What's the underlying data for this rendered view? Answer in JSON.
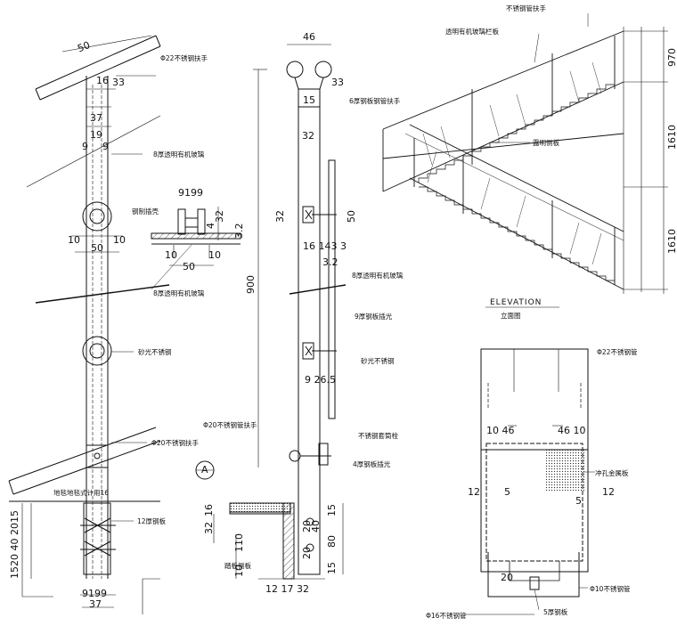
{
  "left_detail": {
    "top_dim": "50",
    "rail_note": "Φ22不锈钢扶手",
    "dim_33": "33",
    "dim_16": "16",
    "dim_37": "37",
    "dim_19": "19",
    "dim_9a": "9",
    "dim_9b": "9",
    "glass_note": "8厚透明有机玻璃",
    "dim_10a": "10",
    "dim_10b": "10",
    "dim_50": "50",
    "light_note": "钢制插壳",
    "steel_note": "砂光不锈钢",
    "rail_note2": "Φ20不锈钢扶手",
    "bottom_note": "地毯地毯式计用16",
    "plate_note": "12厚钢板",
    "vert_dims": "1520 40 2015",
    "bottom_dims_a": "9199",
    "bottom_dims_b": "37"
  },
  "center_section": {
    "top_dims": "9199",
    "d_4": "4",
    "d_32": "32",
    "d_3_2": "3.2",
    "d_10a": "10",
    "d_10b": "10",
    "d_50": "50",
    "glass_note": "8厚透明有机玻璃"
  },
  "mid_detail": {
    "dim_46": "46",
    "dim_33": "33",
    "tube_note": "6厚钢板钢管扶手",
    "dim_15": "15",
    "dim_32": "32",
    "dim_900": "900",
    "dim_32b": "32",
    "dim_50": "50",
    "dim_small": "16 143 3",
    "dim_3_2": "3.2",
    "glass_note": "8厚透明有机玻璃",
    "plate_note": "9厚钢板插光",
    "steel_note": "砂光不锈钢",
    "small_dims": "9 26.5",
    "rail_note": "Φ20不锈钢管扶手",
    "bolt_note": "不锈钢套筒栓",
    "plate_note2": "4厚钢板插光",
    "circle_label": "A",
    "d_16": "16",
    "d_32": "32",
    "d_110": "110",
    "d_10": "10",
    "stair_note": "踏板侧板",
    "d_15a": "15",
    "d_20": "20",
    "d_40": "40",
    "d_80": "80",
    "d_20b": "20",
    "d_15b": "15",
    "bottom_dims": "12 17 32"
  },
  "elevation": {
    "top_note": "不锈钢管扶手",
    "glass_note": "透明有机玻璃栏板",
    "side_note": "露明侧板",
    "dim_970": "970",
    "dim_1610a": "1610",
    "dim_1610b": "1610",
    "title_en": "ELEVATION",
    "title_cn": "立面图"
  },
  "section_br": {
    "rail_note": "Φ22不锈钢管",
    "dims_left": "10 46",
    "dims_right": "46 10",
    "perf_note": "冲孔金属板",
    "dim_12a": "12",
    "dim_5a": "5",
    "dim_12b": "12",
    "dim_5b": "5",
    "dim_20": "20",
    "rod_note": "Φ10不锈钢管",
    "tube_note": "Φ16不锈钢管",
    "plate_note": "5厚钢板"
  }
}
